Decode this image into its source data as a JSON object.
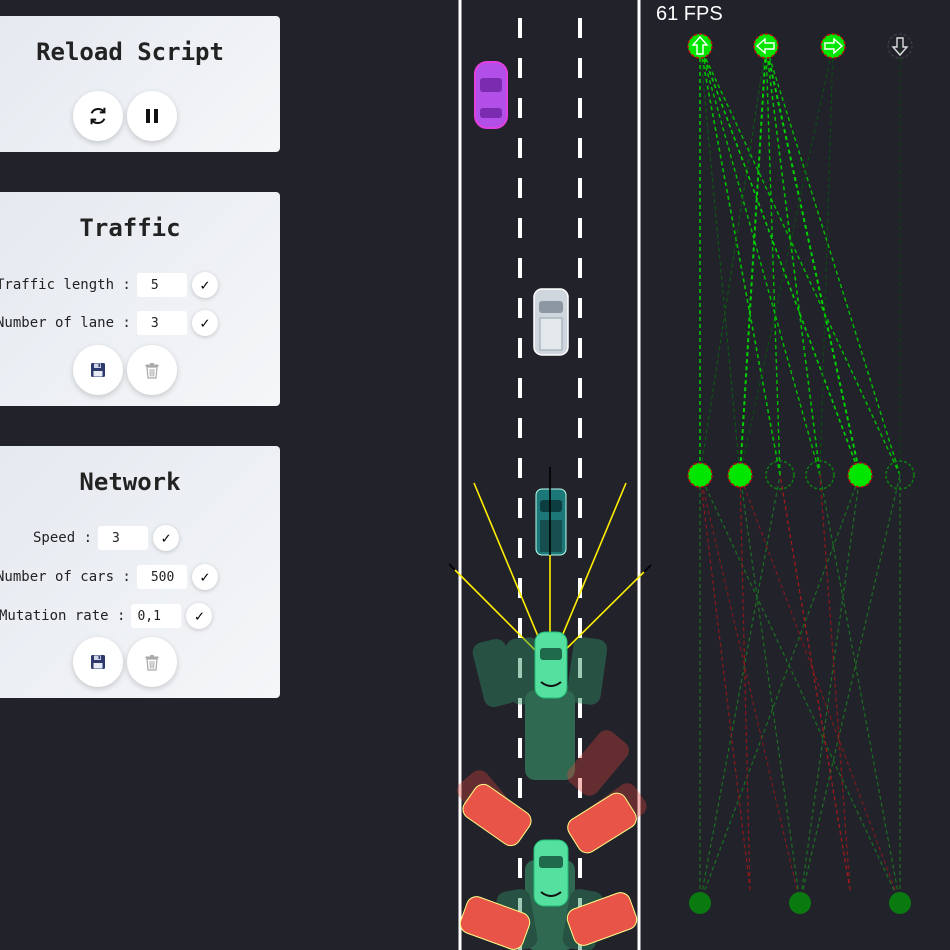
{
  "reload_panel": {
    "title": "Reload Script",
    "reload_icon": "refresh-icon",
    "pause_icon": "pause-icon"
  },
  "traffic_panel": {
    "title": "Traffic",
    "traffic_length": {
      "label": "Traffic length :",
      "value": "5"
    },
    "number_of_lane": {
      "label": "Number of lane :",
      "value": "3"
    },
    "save_icon": "floppy-disk-icon",
    "delete_icon": "trash-icon"
  },
  "network_panel": {
    "title": "Network",
    "speed": {
      "label": "Speed :",
      "value": "3"
    },
    "number_of_cars": {
      "label": "Number of cars :",
      "value": "500"
    },
    "mutation_rate": {
      "label": "Mutation rate :",
      "value": "0,1"
    },
    "save_icon": "floppy-disk-icon",
    "delete_icon": "trash-icon"
  },
  "visualizer": {
    "fps": "61 FPS",
    "output_icons": [
      "arrow-up-icon",
      "arrow-left-icon",
      "arrow-right-icon",
      "arrow-down-icon"
    ],
    "colors": {
      "active": "#00e600",
      "road": "#22222b",
      "lane": "#ffffff",
      "sensor": "#ffee00"
    }
  }
}
